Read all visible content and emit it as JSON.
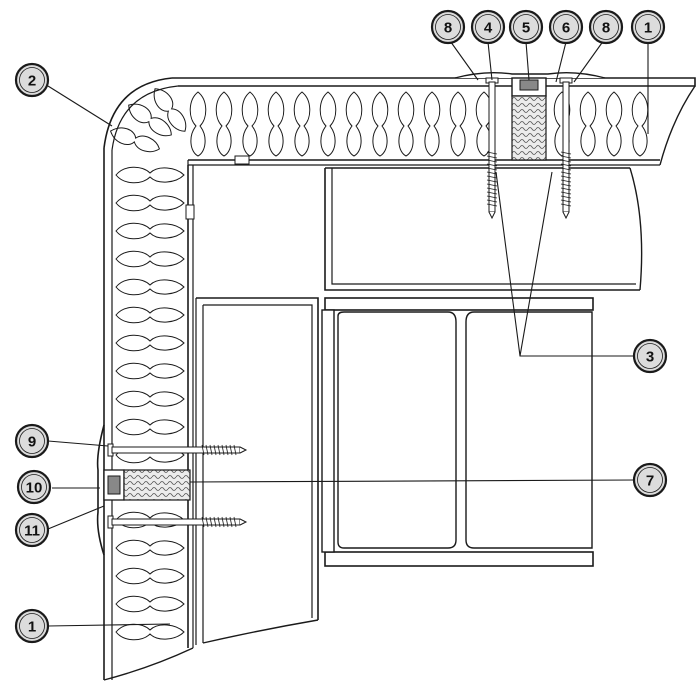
{
  "diagram": {
    "callouts": [
      {
        "id": "c8a",
        "label": "8"
      },
      {
        "id": "c4",
        "label": "4"
      },
      {
        "id": "c5",
        "label": "5"
      },
      {
        "id": "c6",
        "label": "6"
      },
      {
        "id": "c8b",
        "label": "8"
      },
      {
        "id": "c1a",
        "label": "1"
      },
      {
        "id": "c2",
        "label": "2"
      },
      {
        "id": "c3",
        "label": "3"
      },
      {
        "id": "c9",
        "label": "9"
      },
      {
        "id": "c7",
        "label": "7"
      },
      {
        "id": "c10",
        "label": "10"
      },
      {
        "id": "c11",
        "label": "11"
      },
      {
        "id": "c1b",
        "label": "1"
      }
    ],
    "colors": {
      "line": "#1a1a1a",
      "badge_fill": "#dcdcdc",
      "badge_ring": "#1a1a1a",
      "panel_fill": "#ffffff",
      "steel_fill": "#ffffff",
      "insulation_fill": "#e9e9e9"
    }
  }
}
